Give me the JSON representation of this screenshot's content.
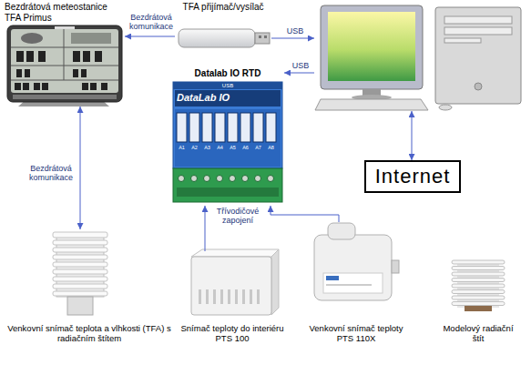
{
  "diagram": {
    "nodes": [
      {
        "text": [
          "Bezdrátová meteostanice TFA Primus"
        ]
      },
      {
        "text": [
          "TFA přijímač/vysílač"
        ]
      },
      {
        "text": []
      },
      {
        "text": [
          "Datalab IO RTD"
        ]
      },
      {
        "text": [
          "Internet"
        ]
      },
      {
        "text": [
          "Venkovní snímač teplota a vlhkosti (TFA) s radiačním štítem"
        ]
      },
      {
        "text": [
          "Snímač teploty do interiéru PTS 100"
        ]
      },
      {
        "text": [
          "Venkovní snímač teploty PTS 110X"
        ]
      },
      {
        "text": [
          "Modelový radiační štít"
        ]
      }
    ],
    "edges": [
      {
        "from": 1,
        "to": 0,
        "arrow": "to",
        "label": "Bezdrátová komunikace"
      },
      {
        "from": 1,
        "to": 2,
        "arrow": "to",
        "label": "USB"
      },
      {
        "from": 2,
        "to": 3,
        "arrow": "to",
        "label": "USB"
      },
      {
        "from": 2,
        "to": 4,
        "arrow": "both"
      },
      {
        "from": 0,
        "to": 5,
        "arrow": "both",
        "label": "Bezdrátová komunikace"
      },
      {
        "from": 6,
        "to": 3,
        "arrow": "to"
      },
      {
        "from": 7,
        "to": 3,
        "arrow": "to"
      }
    ],
    "labels": [
      "DataLab IO",
      "USB",
      "A1",
      "A2",
      "A3",
      "A4",
      "A5",
      "A6",
      "A7",
      "A8",
      "Třívodičové zapojení"
    ]
  }
}
